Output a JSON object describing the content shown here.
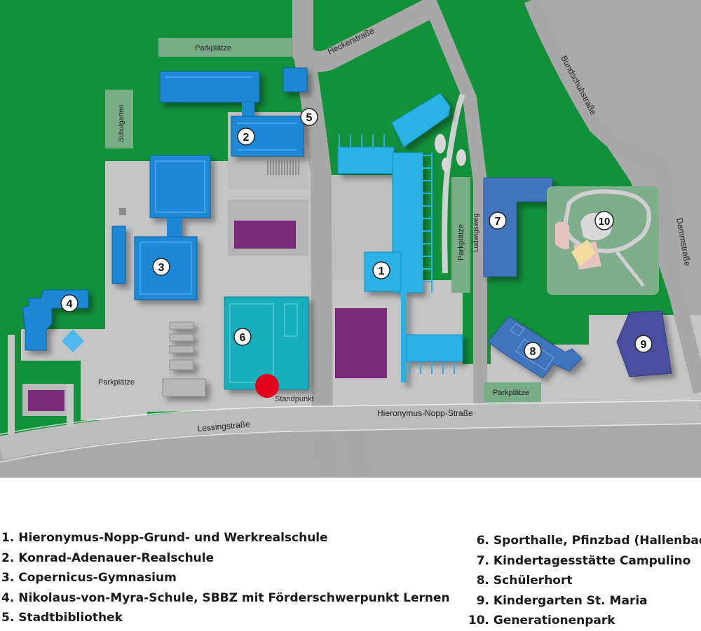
{
  "streets": {
    "heckerstrasse": "Heckerstraße",
    "bundschuhstrasse": "Bundschuhstraße",
    "dammstrasse": "Dammstraße",
    "ludwigsweg": "Ludwigsweg",
    "lessingstrasse": "Lessingstraße",
    "hieronymus_nopp_strasse": "Hieronymus-Nopp-Straße"
  },
  "map_labels": {
    "parking_top": "Parkplätze",
    "schulgarten": "Schulgarten",
    "parking_vertical": "Parkplätze",
    "parking_left": "Parkplätze",
    "parking_right": "Parkplätze",
    "standpunkt": "Standpunkt"
  },
  "markers": {
    "m1": "1",
    "m2": "2",
    "m3": "3",
    "m4": "4",
    "m5": "5",
    "m6": "6",
    "m7": "7",
    "m8": "8",
    "m9": "9",
    "m10": "10"
  },
  "legend": {
    "left": [
      {
        "num": "1.",
        "text": "Hieronymus-Nopp-Grund- und Werkrealschule"
      },
      {
        "num": "2.",
        "text": "Konrad-Adenauer-Realschule"
      },
      {
        "num": "3.",
        "text": "Copernicus-Gymnasium"
      },
      {
        "num": "4.",
        "text": "Nikolaus-von-Myra-Schule, SBBZ mit Förderschwerpunkt Lernen"
      },
      {
        "num": "5.",
        "text": "Stadtbibliothek"
      }
    ],
    "right": [
      {
        "num": "6.",
        "text": "Sporthalle, Pfinzbad (Hallenbad)"
      },
      {
        "num": "7.",
        "text": "Kindertagesstätte Campulino"
      },
      {
        "num": "8.",
        "text": "Schülerhort"
      },
      {
        "num": "9.",
        "text": "Kindergarten St. Maria"
      },
      {
        "num": "10.",
        "text": "Generationenpark"
      }
    ]
  },
  "colors": {
    "grass": "#12913b",
    "road": "#a8a8a8",
    "paved": "#c4c4c4",
    "building_blue": "#1e88d6",
    "building_light_blue": "#29b1e6",
    "sporthalle": "#17aebb",
    "purple": "#7a2a78",
    "kita_blue": "#3f74bd",
    "kindergarten_violet": "#484f9e",
    "standpunkt_red": "#e3001b",
    "parking_green": "#79ad86"
  }
}
